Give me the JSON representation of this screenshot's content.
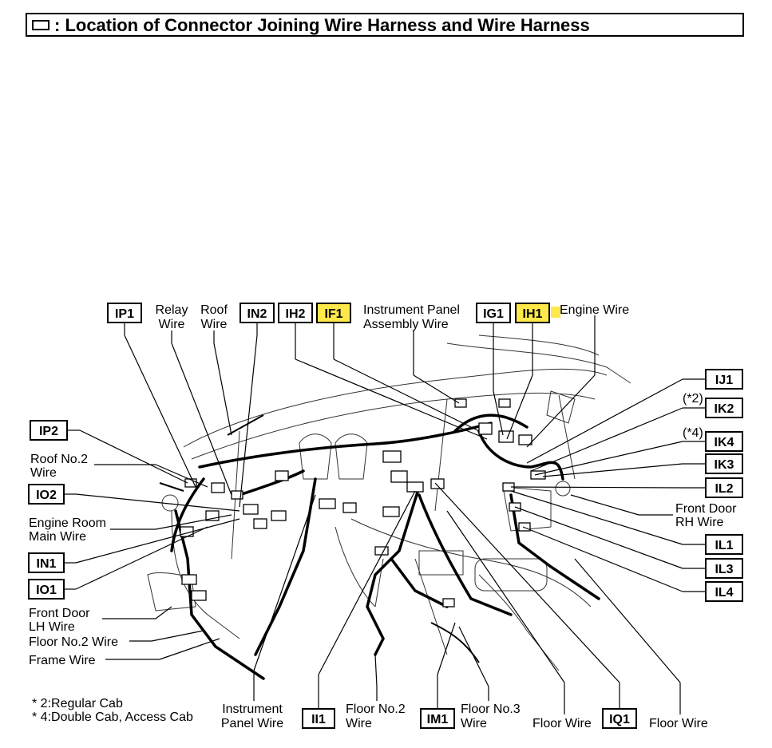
{
  "title": {
    "text": ": Location of Connector Joining Wire Harness and Wire Harness"
  },
  "colors": {
    "highlight": "#ffe94a"
  },
  "connectors": {
    "IP1": "IP1",
    "IN2": "IN2",
    "IH2": "IH2",
    "IF1": "IF1",
    "IG1": "IG1",
    "IH1": "IH1",
    "IJ1": "IJ1",
    "IK2": "IK2",
    "IK4": "IK4",
    "IK3": "IK3",
    "IL2": "IL2",
    "IL1": "IL1",
    "IL3": "IL3",
    "IL4": "IL4",
    "IP2": "IP2",
    "IO2": "IO2",
    "IN1": "IN1",
    "IO1": "IO1",
    "II1": "II1",
    "IM1": "IM1",
    "IQ1": "IQ1"
  },
  "labels": {
    "relay_wire": [
      "Relay",
      "Wire"
    ],
    "roof_wire": [
      "Roof",
      "Wire"
    ],
    "instrument_panel_assembly_wire": [
      "Instrument Panel",
      "Assembly Wire"
    ],
    "engine_wire": "Engine Wire",
    "roof_no2_wire": [
      "Roof No.2",
      "Wire"
    ],
    "engine_room_main_wire": [
      "Engine Room",
      "Main Wire"
    ],
    "front_door_lh_wire": [
      "Front Door",
      "LH Wire"
    ],
    "floor_no2_wire_left": "Floor No.2 Wire",
    "frame_wire": "Frame Wire",
    "front_door_rh_wire": [
      "Front Door",
      "RH Wire"
    ],
    "instrument_panel_wire": [
      "Instrument",
      "Panel Wire"
    ],
    "floor_no2_wire_bottom": [
      "Floor No.2",
      "Wire"
    ],
    "floor_no3_wire": [
      "Floor No.3",
      "Wire"
    ],
    "floor_wire_center": "Floor Wire",
    "floor_wire_right": "Floor Wire",
    "note_2": "(*2)",
    "note_4": "(*4)"
  },
  "footnotes": [
    "* 2:Regular Cab",
    "* 4:Double Cab, Access Cab"
  ]
}
